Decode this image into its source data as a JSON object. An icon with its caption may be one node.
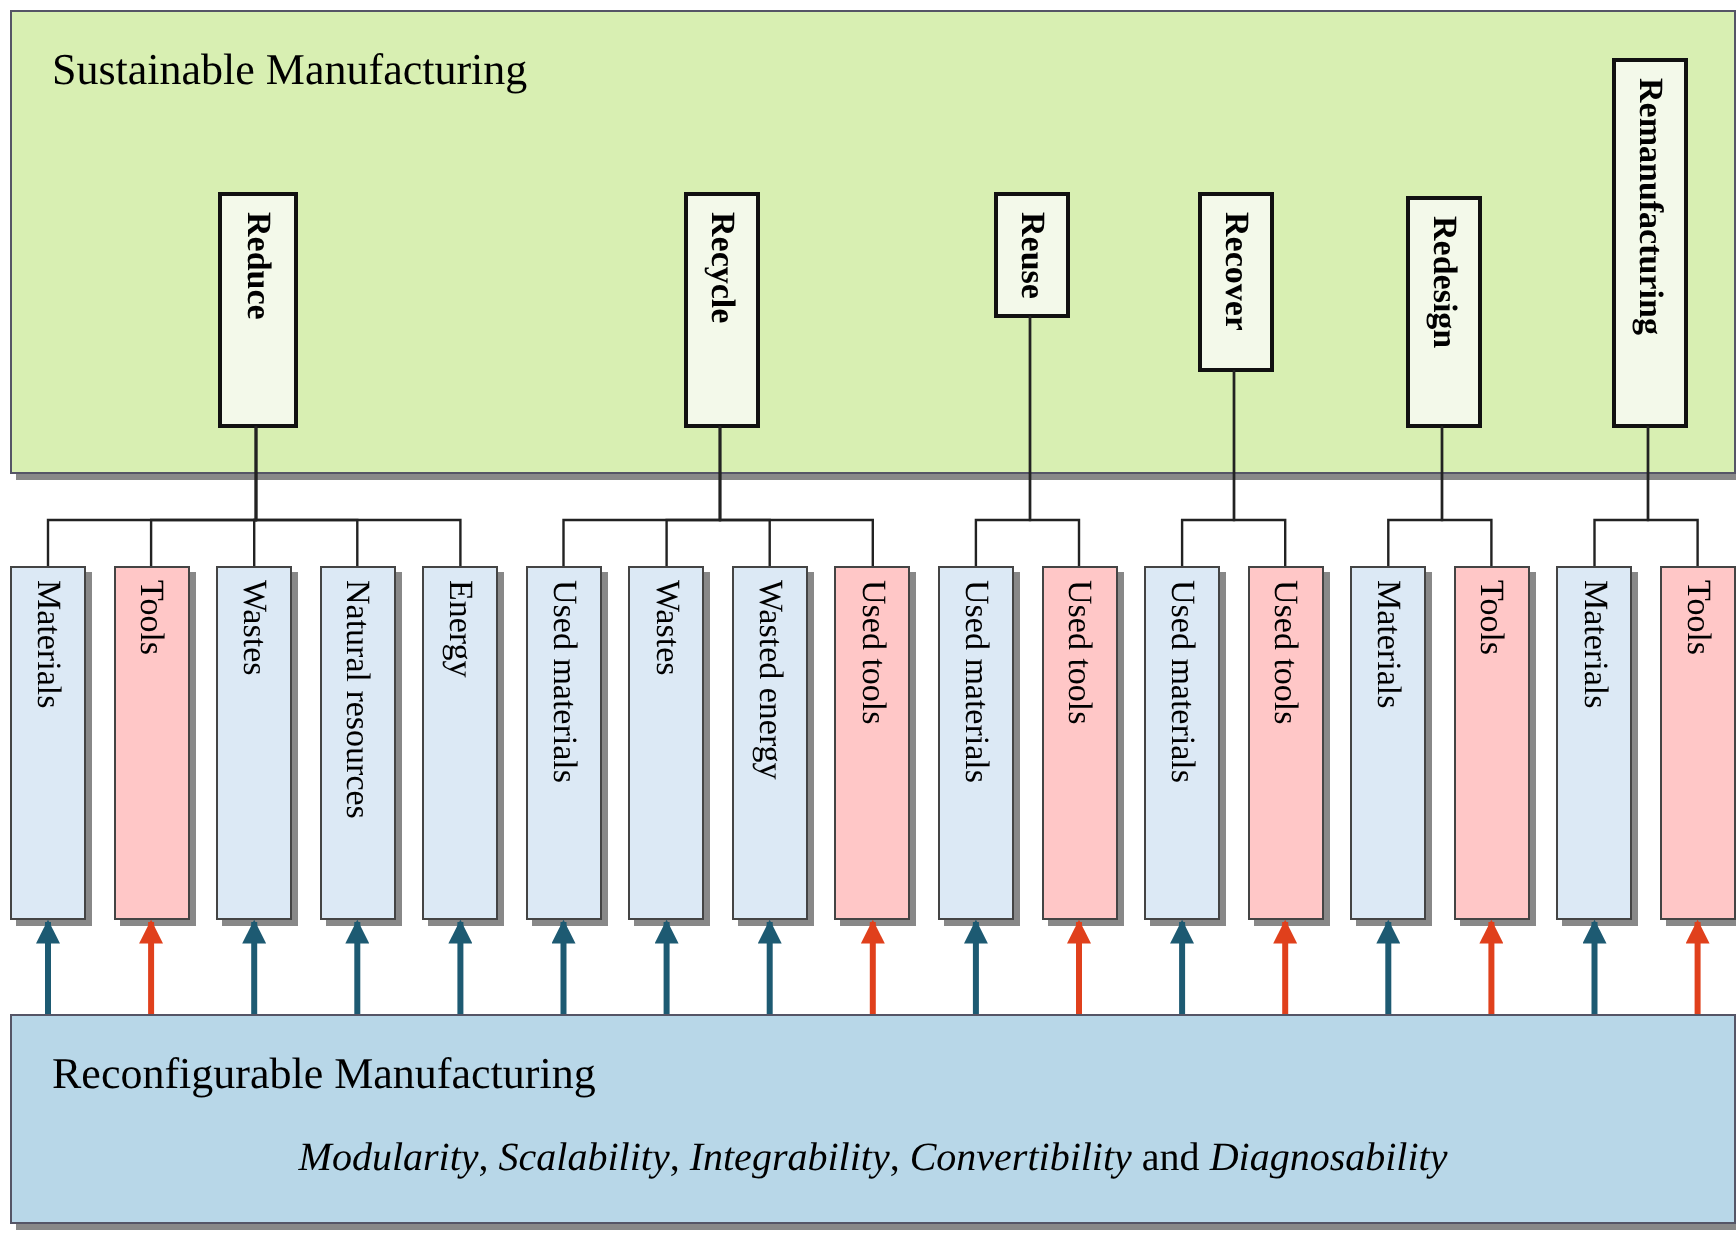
{
  "diagram": {
    "nodes": [
      {
        "text": [
          "Sustainable Manufacturing"
        ]
      },
      {
        "text": [
          "Reduce"
        ],
        "in": 0
      },
      {
        "text": [
          "Recycle"
        ],
        "in": 0
      },
      {
        "text": [
          "Reuse"
        ],
        "in": 0
      },
      {
        "text": [
          "Recover"
        ],
        "in": 0
      },
      {
        "text": [
          "Redesign"
        ],
        "in": 0
      },
      {
        "text": [
          "Remanufacturing"
        ],
        "in": 0
      },
      {
        "text": [
          "Materials"
        ]
      },
      {
        "text": [
          "Tools"
        ]
      },
      {
        "text": [
          "Wastes"
        ]
      },
      {
        "text": [
          "Natural resources"
        ]
      },
      {
        "text": [
          "Energy"
        ]
      },
      {
        "text": [
          "Used materials"
        ]
      },
      {
        "text": [
          "Wastes"
        ]
      },
      {
        "text": [
          "Wasted energy"
        ]
      },
      {
        "text": [
          "Used tools"
        ]
      },
      {
        "text": [
          "Used materials"
        ]
      },
      {
        "text": [
          "Used tools"
        ]
      },
      {
        "text": [
          "Used materials"
        ]
      },
      {
        "text": [
          "Used tools"
        ]
      },
      {
        "text": [
          "Materials"
        ]
      },
      {
        "text": [
          "Tools"
        ]
      },
      {
        "text": [
          "Materials"
        ]
      },
      {
        "text": [
          "Tools"
        ]
      },
      {
        "text": [
          "Reconfigurable Manufacturing",
          "*Modularity*, *Scalability*, *Integrability*, *Convertibility* and *Diagnosability*"
        ]
      }
    ],
    "edges": [
      {
        "from": 1,
        "to": 7,
        "arrow": "none"
      },
      {
        "from": 1,
        "to": 8,
        "arrow": "none"
      },
      {
        "from": 1,
        "to": 9,
        "arrow": "none"
      },
      {
        "from": 1,
        "to": 10,
        "arrow": "none"
      },
      {
        "from": 1,
        "to": 11,
        "arrow": "none"
      },
      {
        "from": 2,
        "to": 12,
        "arrow": "none"
      },
      {
        "from": 2,
        "to": 13,
        "arrow": "none"
      },
      {
        "from": 2,
        "to": 14,
        "arrow": "none"
      },
      {
        "from": 2,
        "to": 15,
        "arrow": "none"
      },
      {
        "from": 3,
        "to": 16,
        "arrow": "none"
      },
      {
        "from": 3,
        "to": 17,
        "arrow": "none"
      },
      {
        "from": 4,
        "to": 18,
        "arrow": "none"
      },
      {
        "from": 4,
        "to": 19,
        "arrow": "none"
      },
      {
        "from": 5,
        "to": 20,
        "arrow": "none"
      },
      {
        "from": 5,
        "to": 21,
        "arrow": "none"
      },
      {
        "from": 6,
        "to": 22,
        "arrow": "none"
      },
      {
        "from": 6,
        "to": 23,
        "arrow": "none"
      },
      {
        "from": 24,
        "to": 7,
        "arrow": "to",
        "style": "thick"
      },
      {
        "from": 24,
        "to": 8,
        "arrow": "to",
        "style": "thick",
        "color": "#e0401c"
      },
      {
        "from": 24,
        "to": 9,
        "arrow": "to",
        "style": "thick"
      },
      {
        "from": 24,
        "to": 10,
        "arrow": "to",
        "style": "thick"
      },
      {
        "from": 24,
        "to": 11,
        "arrow": "to",
        "style": "thick"
      },
      {
        "from": 24,
        "to": 12,
        "arrow": "to",
        "style": "thick"
      },
      {
        "from": 24,
        "to": 13,
        "arrow": "to",
        "style": "thick"
      },
      {
        "from": 24,
        "to": 14,
        "arrow": "to",
        "style": "thick"
      },
      {
        "from": 24,
        "to": 15,
        "arrow": "to",
        "style": "thick",
        "color": "#e0401c"
      },
      {
        "from": 24,
        "to": 16,
        "arrow": "to",
        "style": "thick"
      },
      {
        "from": 24,
        "to": 17,
        "arrow": "to",
        "style": "thick",
        "color": "#e0401c"
      },
      {
        "from": 24,
        "to": 18,
        "arrow": "to",
        "style": "thick"
      },
      {
        "from": 24,
        "to": 19,
        "arrow": "to",
        "style": "thick",
        "color": "#e0401c"
      },
      {
        "from": 24,
        "to": 20,
        "arrow": "to",
        "style": "thick"
      },
      {
        "from": 24,
        "to": 21,
        "arrow": "to",
        "style": "thick",
        "color": "#e0401c"
      },
      {
        "from": 24,
        "to": 22,
        "arrow": "to",
        "style": "thick"
      },
      {
        "from": 24,
        "to": 23,
        "arrow": "to",
        "style": "thick",
        "color": "#e0401c"
      }
    ]
  }
}
